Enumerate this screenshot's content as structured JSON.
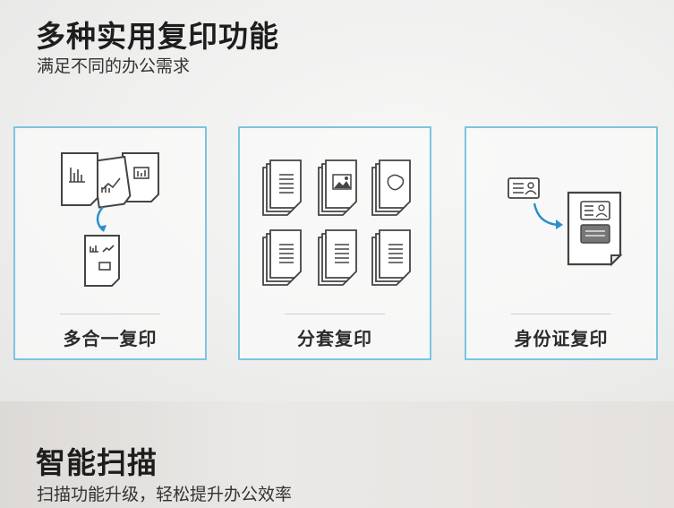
{
  "section1": {
    "title": "多种实用复印功能",
    "subtitle": "满足不同的办公需求"
  },
  "cards": [
    {
      "label": "多合一复印",
      "icon": "multi-to-one-copy-icon"
    },
    {
      "label": "分套复印",
      "icon": "collate-copy-icon"
    },
    {
      "label": "身份证复印",
      "icon": "id-card-copy-icon"
    }
  ],
  "section2": {
    "title": "智能扫描",
    "subtitle": "扫描功能升级，轻松提升办公效率"
  },
  "colors": {
    "card_border": "#7cc4e0",
    "arrow": "#2a8fc9",
    "icon_stroke": "#444444"
  }
}
